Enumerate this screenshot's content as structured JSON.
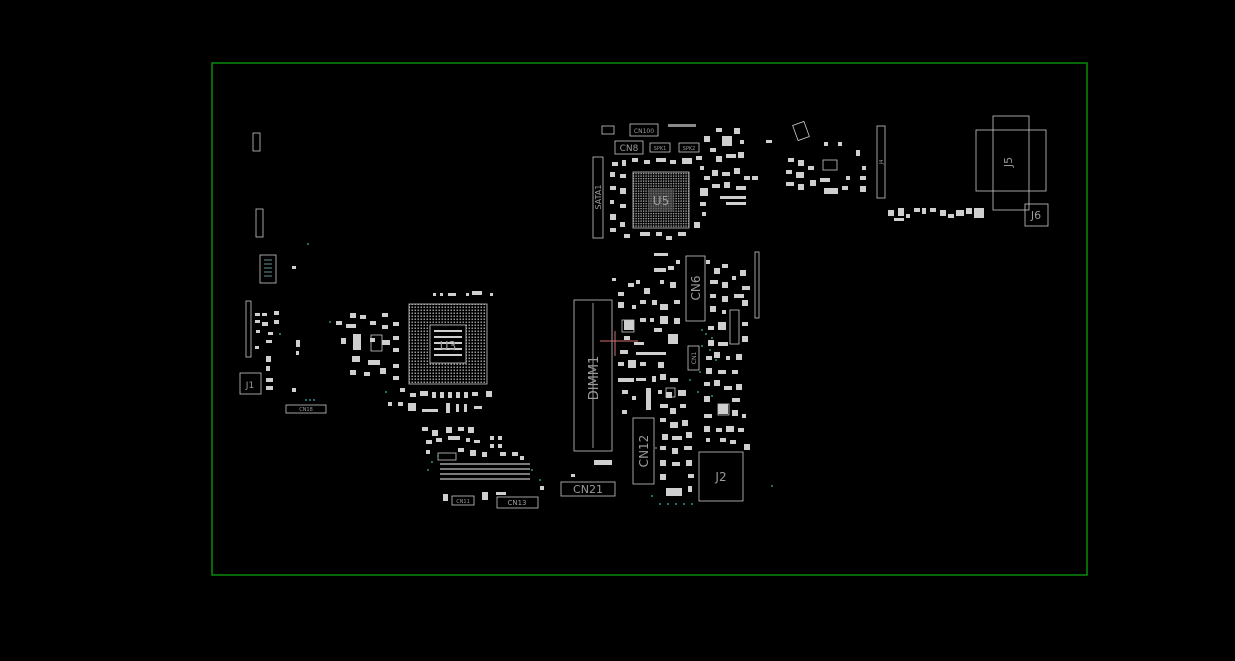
{
  "colors": {
    "background": "#000000",
    "board_outline": "#0b8a0b",
    "silkscreen": "#c8c8c8",
    "refdes_text": "#9a9a9a",
    "via": "#2f8f8f",
    "cursor": "#d07070"
  },
  "components": {
    "u5": "U5",
    "u3": "U3",
    "cn6": "CN6",
    "cn12": "CN12",
    "dimm1": "DIMM1",
    "cn21": "CN21",
    "j2": "J2",
    "j6": "J6",
    "j5": "J5",
    "j1": "J1",
    "sata1": "SATA1",
    "cn8": "CN8",
    "cn100": "CN100",
    "cn13": "CN13",
    "cn18": "CN18",
    "cn11": "CN11",
    "cn1": "CN1",
    "spk1": "SPK1",
    "spk2": "SPK2",
    "j4": "J4"
  }
}
